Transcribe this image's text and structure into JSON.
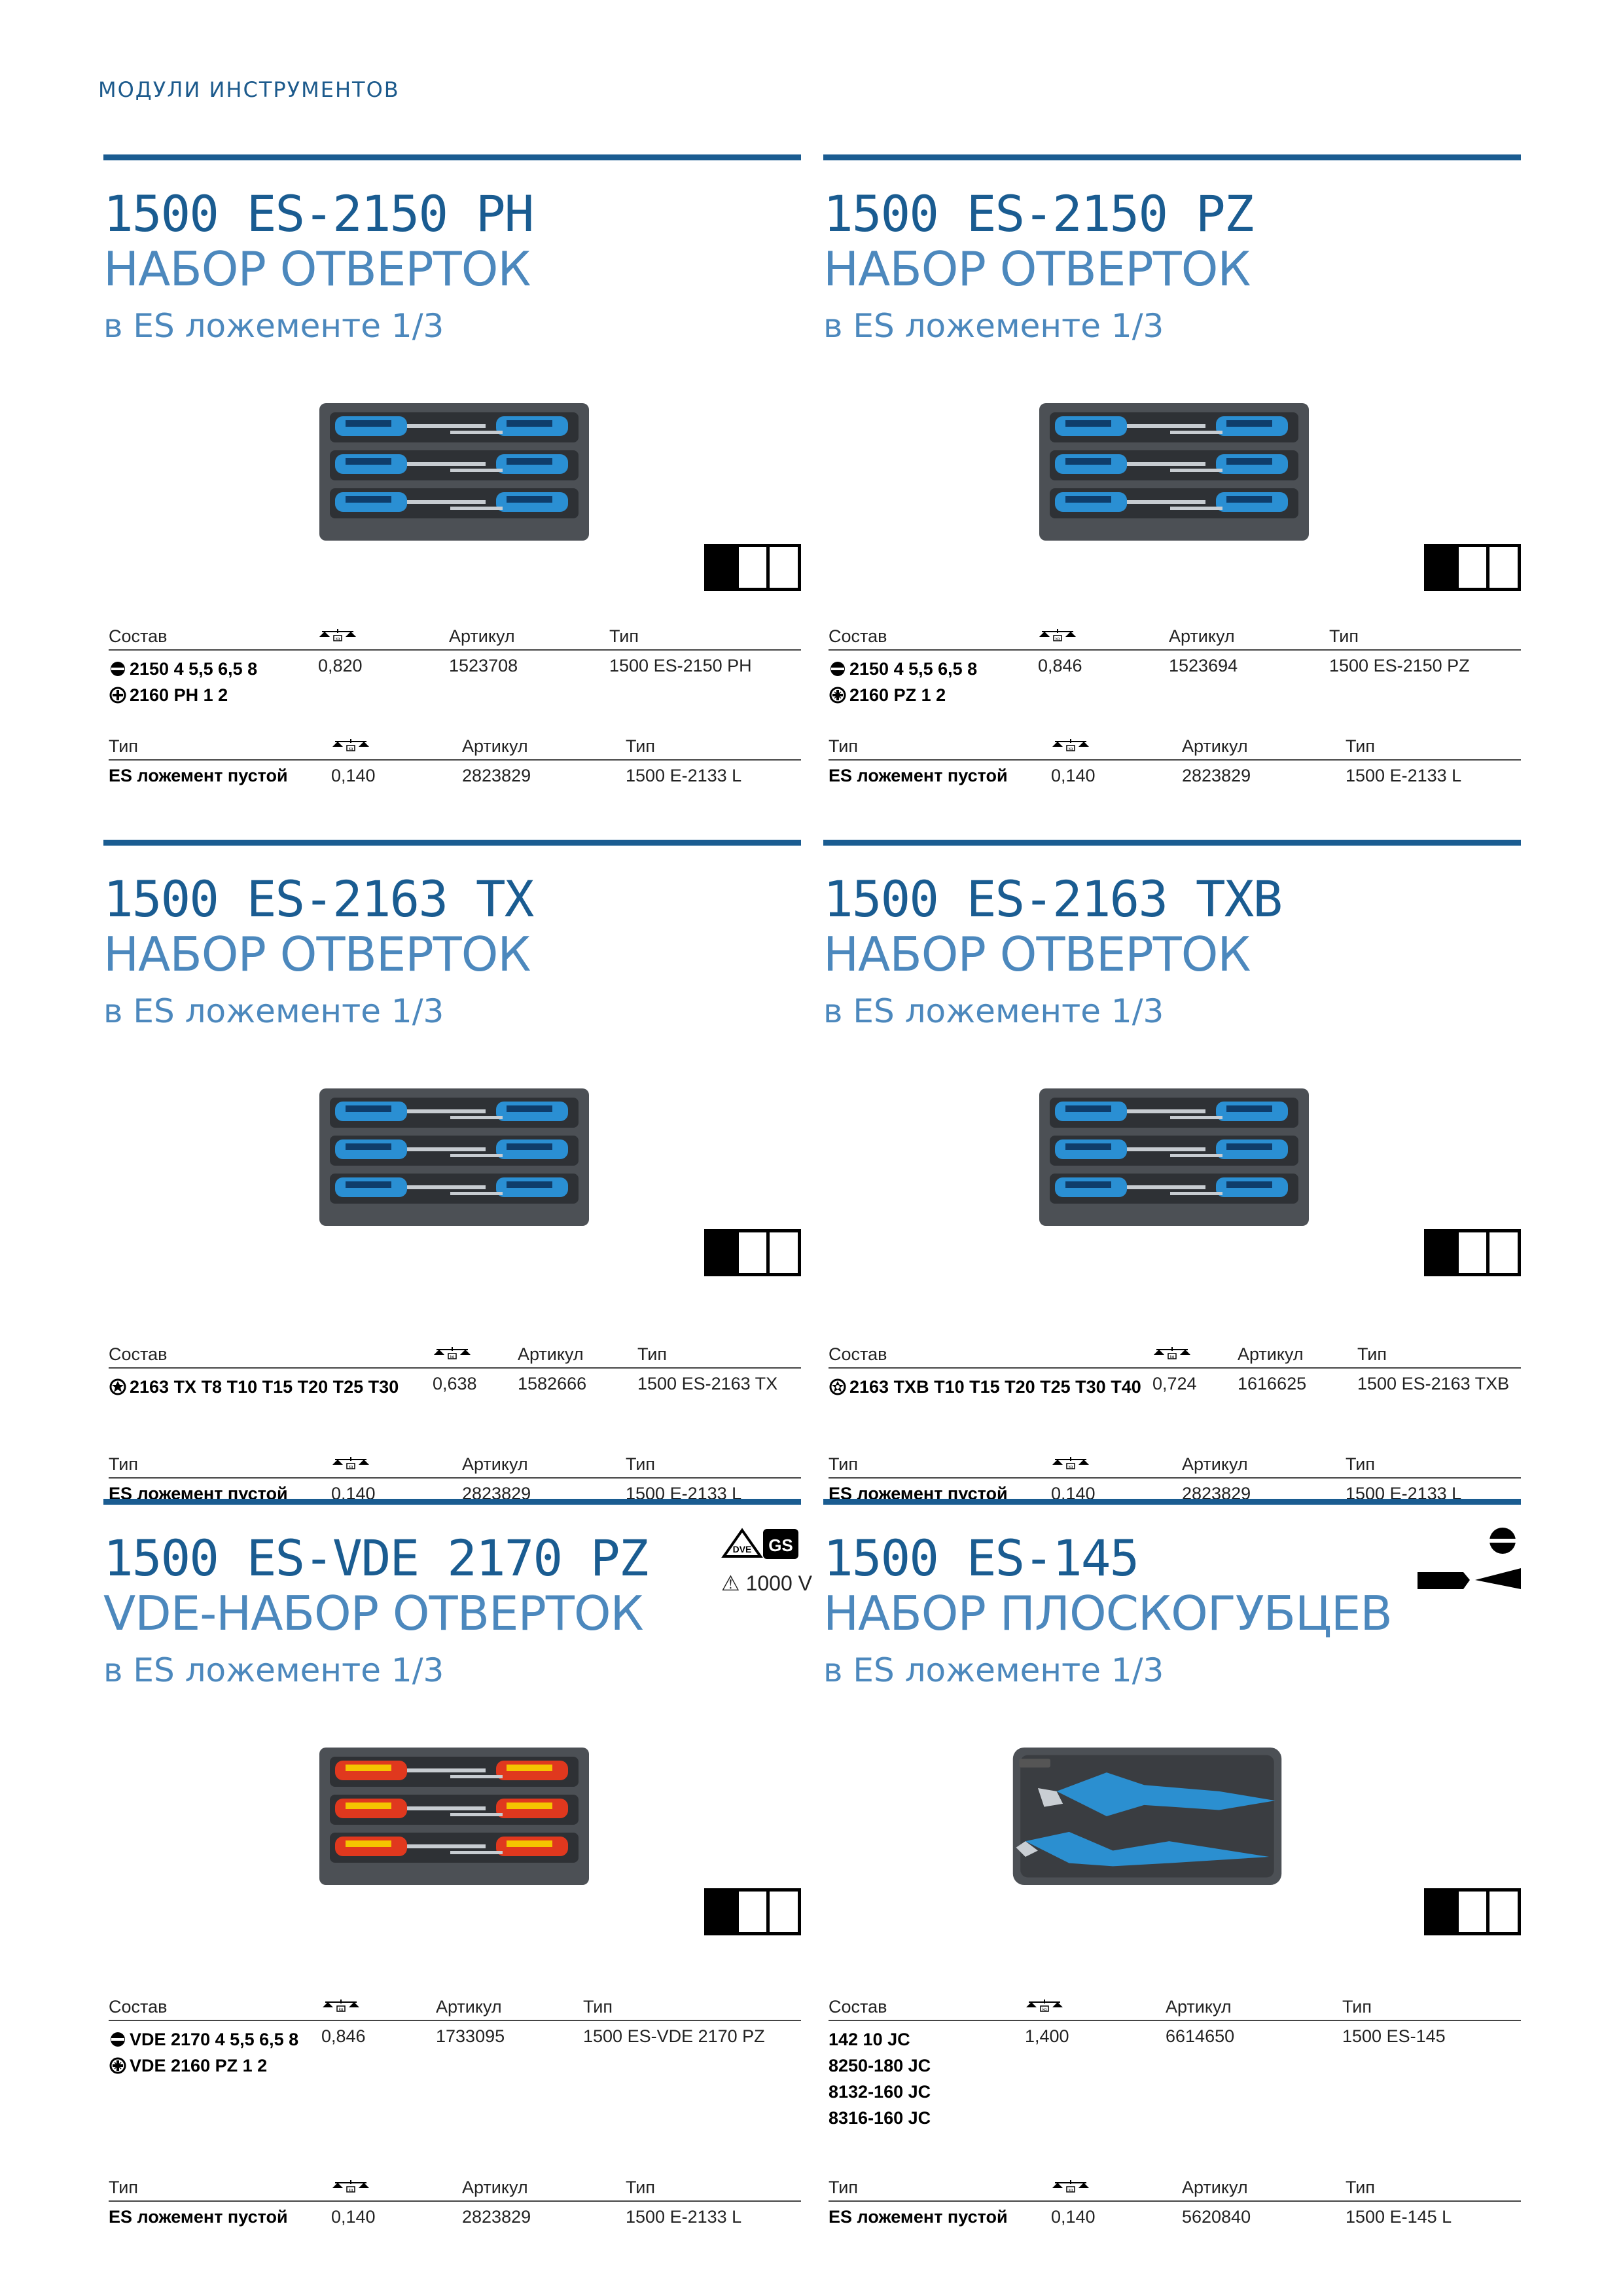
{
  "header": {
    "section": "МОДУЛИ ИНСТРУМЕНТОВ"
  },
  "colors": {
    "accent": "#1a5c91",
    "accent_light": "#4c88bd"
  },
  "cards": [
    {
      "code": "1500 ES-2150 PH",
      "title": "НАБОР ОТВЕРТОК",
      "subtitle": "в ES ложементе 1/3",
      "tray_style": "blue-screwdrivers",
      "main_table": {
        "headers": [
          "Состав",
          "",
          "Артикул",
          "Тип"
        ],
        "composition": [
          {
            "icon": "slot-icon",
            "text": "2150 4 5,5 6,5 8"
          },
          {
            "icon": "phillips-icon",
            "text": "2160 PH 1 2"
          }
        ],
        "weight": "0,820",
        "article": "1523708",
        "type": "1500 ES-2150 PH"
      },
      "sub_table": {
        "headers": [
          "Тип",
          "",
          "Артикул",
          "Тип"
        ],
        "name": "ES ложемент пустой",
        "weight": "0,140",
        "article": "2823829",
        "type": "1500 E-2133 L"
      }
    },
    {
      "code": "1500 ES-2150 PZ",
      "title": "НАБОР ОТВЕРТОК",
      "subtitle": "в ES ложементе 1/3",
      "tray_style": "blue-screwdrivers",
      "main_table": {
        "headers": [
          "Состав",
          "",
          "Артикул",
          "Тип"
        ],
        "composition": [
          {
            "icon": "slot-icon",
            "text": "2150 4 5,5 6,5 8"
          },
          {
            "icon": "pozidriv-icon",
            "text": "2160 PZ 1 2"
          }
        ],
        "weight": "0,846",
        "article": "1523694",
        "type": "1500 ES-2150 PZ"
      },
      "sub_table": {
        "headers": [
          "Тип",
          "",
          "Артикул",
          "Тип"
        ],
        "name": "ES ложемент пустой",
        "weight": "0,140",
        "article": "2823829",
        "type": "1500 E-2133 L"
      }
    },
    {
      "code": "1500 ES-2163 TX",
      "title": "НАБОР ОТВЕРТОК",
      "subtitle": "в ES ложементе 1/3",
      "tray_style": "blue-screwdrivers",
      "main_table": {
        "headers": [
          "Состав",
          "",
          "Артикул",
          "Тип"
        ],
        "composition": [
          {
            "icon": "torx-icon",
            "text": "2163 TX T8 T10 T15 T20 T25 T30"
          }
        ],
        "weight": "0,638",
        "article": "1582666",
        "type": "1500 ES-2163 TX"
      },
      "sub_table": {
        "headers": [
          "Тип",
          "",
          "Артикул",
          "Тип"
        ],
        "name": "ES ложемент пустой",
        "weight": "0,140",
        "article": "2823829",
        "type": "1500 E-2133 L"
      }
    },
    {
      "code": "1500 ES-2163 TXB",
      "title": "НАБОР ОТВЕРТОК",
      "subtitle": "в ES ложементе 1/3",
      "tray_style": "blue-screwdrivers",
      "main_table": {
        "headers": [
          "Состав",
          "",
          "Артикул",
          "Тип"
        ],
        "composition": [
          {
            "icon": "torx-tamper-icon",
            "text": "2163 TXB T10 T15 T20 T25 T30 T40"
          }
        ],
        "weight": "0,724",
        "article": "1616625",
        "type": "1500 ES-2163 TXB"
      },
      "sub_table": {
        "headers": [
          "Тип",
          "",
          "Артикул",
          "Тип"
        ],
        "name": "ES ложемент пустой",
        "weight": "0,140",
        "article": "2823829",
        "type": "1500 E-2133 L"
      }
    },
    {
      "code": "1500 ES-VDE 2170 PZ",
      "title": "VDE-НАБОР ОТВЕРТОК",
      "subtitle": "в ES ложементе 1/3",
      "tray_style": "vde-screwdrivers",
      "badge": {
        "voltage": "1000 V"
      },
      "main_table": {
        "headers": [
          "Состав",
          "",
          "Артикул",
          "Тип"
        ],
        "composition": [
          {
            "icon": "slot-icon",
            "text": "VDE 2170 4 5,5 6,5 8"
          },
          {
            "icon": "pozidriv-icon",
            "text": "VDE 2160 PZ 1 2"
          }
        ],
        "weight": "0,846",
        "article": "1733095",
        "type": "1500 ES-VDE 2170 PZ"
      },
      "sub_table": {
        "headers": [
          "Тип",
          "",
          "Артикул",
          "Тип"
        ],
        "name": "ES ложемент пустой",
        "weight": "0,140",
        "article": "2823829",
        "type": "1500 E-2133 L"
      }
    },
    {
      "code": "1500 ES-145",
      "title": "НАБОР ПЛОСКОГУБЦЕВ",
      "subtitle": "в ES ложементе 1/3",
      "tray_style": "pliers",
      "main_table": {
        "headers": [
          "Состав",
          "",
          "Артикул",
          "Тип"
        ],
        "composition": [
          {
            "icon": "",
            "text": "142 10 JC"
          },
          {
            "icon": "",
            "text": "8250-180 JC"
          },
          {
            "icon": "",
            "text": "8132-160 JC"
          },
          {
            "icon": "",
            "text": "8316-160 JC"
          }
        ],
        "weight": "1,400",
        "article": "6614650",
        "type": "1500 ES-145"
      },
      "sub_table": {
        "headers": [
          "Тип",
          "",
          "Артикул",
          "Тип"
        ],
        "name": "ES ложемент пустой",
        "weight": "0,140",
        "article": "5620840",
        "type": "1500 E-145 L"
      }
    }
  ]
}
